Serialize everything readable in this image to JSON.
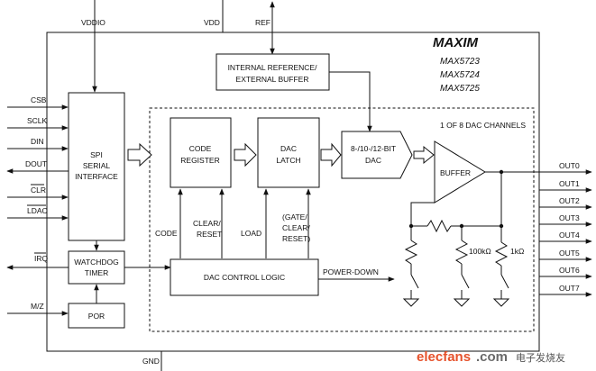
{
  "pins": {
    "vddio": "VDDIO",
    "vdd": "VDD",
    "ref": "REF",
    "gnd": "GND",
    "csb": "CSB",
    "sclk": "SCLK",
    "din": "DIN",
    "dout": "DOUT",
    "clr": "CLR",
    "ldac": "LDAC",
    "irq": "IRQ",
    "mz": "M/Z",
    "outputs": [
      "OUT0",
      "OUT1",
      "OUT2",
      "OUT3",
      "OUT4",
      "OUT5",
      "OUT6",
      "OUT7"
    ]
  },
  "brand": {
    "logo": "MAXIM",
    "parts": [
      "MAX5723",
      "MAX5724",
      "MAX5725"
    ]
  },
  "blocks": {
    "spi": [
      "SPI",
      "SERIAL",
      "INTERFACE"
    ],
    "watchdog": [
      "WATCHDOG",
      "TIMER"
    ],
    "por": "POR",
    "ref_buffer": [
      "INTERNAL REFERENCE/",
      "EXTERNAL BUFFER"
    ],
    "code_register": [
      "CODE",
      "REGISTER"
    ],
    "dac_latch": [
      "DAC",
      "LATCH"
    ],
    "dac": [
      "8-/10-/12-BIT",
      "DAC"
    ],
    "buffer": "BUFFER",
    "control_logic": "DAC CONTROL LOGIC"
  },
  "labels": {
    "channels": "1 OF 8 DAC CHANNELS",
    "code": "CODE",
    "clear_reset": [
      "CLEAR/",
      "RESET"
    ],
    "load": "LOAD",
    "gate_clear_reset": [
      "(GATE/",
      "CLEAR/",
      "RESET)"
    ],
    "power_down": "POWER-DOWN",
    "r100k": "100kΩ",
    "r1k": "1kΩ"
  },
  "watermark": {
    "brand": "elecfans",
    "tld": ".com",
    "cn": "电子发烧友"
  }
}
